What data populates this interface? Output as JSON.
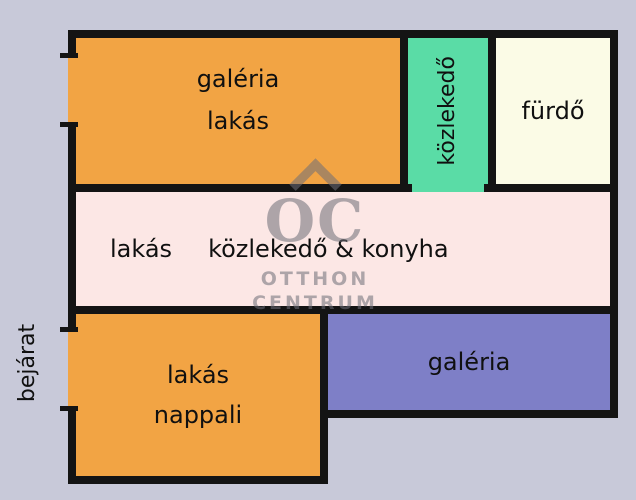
{
  "canvas": {
    "background": "#c8c9d9",
    "wall_color": "#141414"
  },
  "watermark": {
    "logo_text": "OC",
    "brand_line1": "OTTHON",
    "brand_line2": "CENTRUM",
    "color": "#6e6e78"
  },
  "entrance_label": {
    "text": "bejárat"
  },
  "rooms": {
    "galeria_lakas": {
      "line1": "galéria",
      "line2": "lakás",
      "color": "#f2a444"
    },
    "kozlekedo": {
      "label": "közlekedő",
      "color": "#5adca6"
    },
    "furdo": {
      "label": "fürdő",
      "color": "#fbfbe6"
    },
    "kozlekedo_konyha": {
      "label_left": "lakás",
      "label_main": "közlekedő & konyha",
      "color": "#fce7e5"
    },
    "nappali": {
      "line1": "lakás",
      "line2": "nappali",
      "color": "#f2a444"
    },
    "galeria": {
      "label": "galéria",
      "color": "#7e7fc7"
    }
  }
}
